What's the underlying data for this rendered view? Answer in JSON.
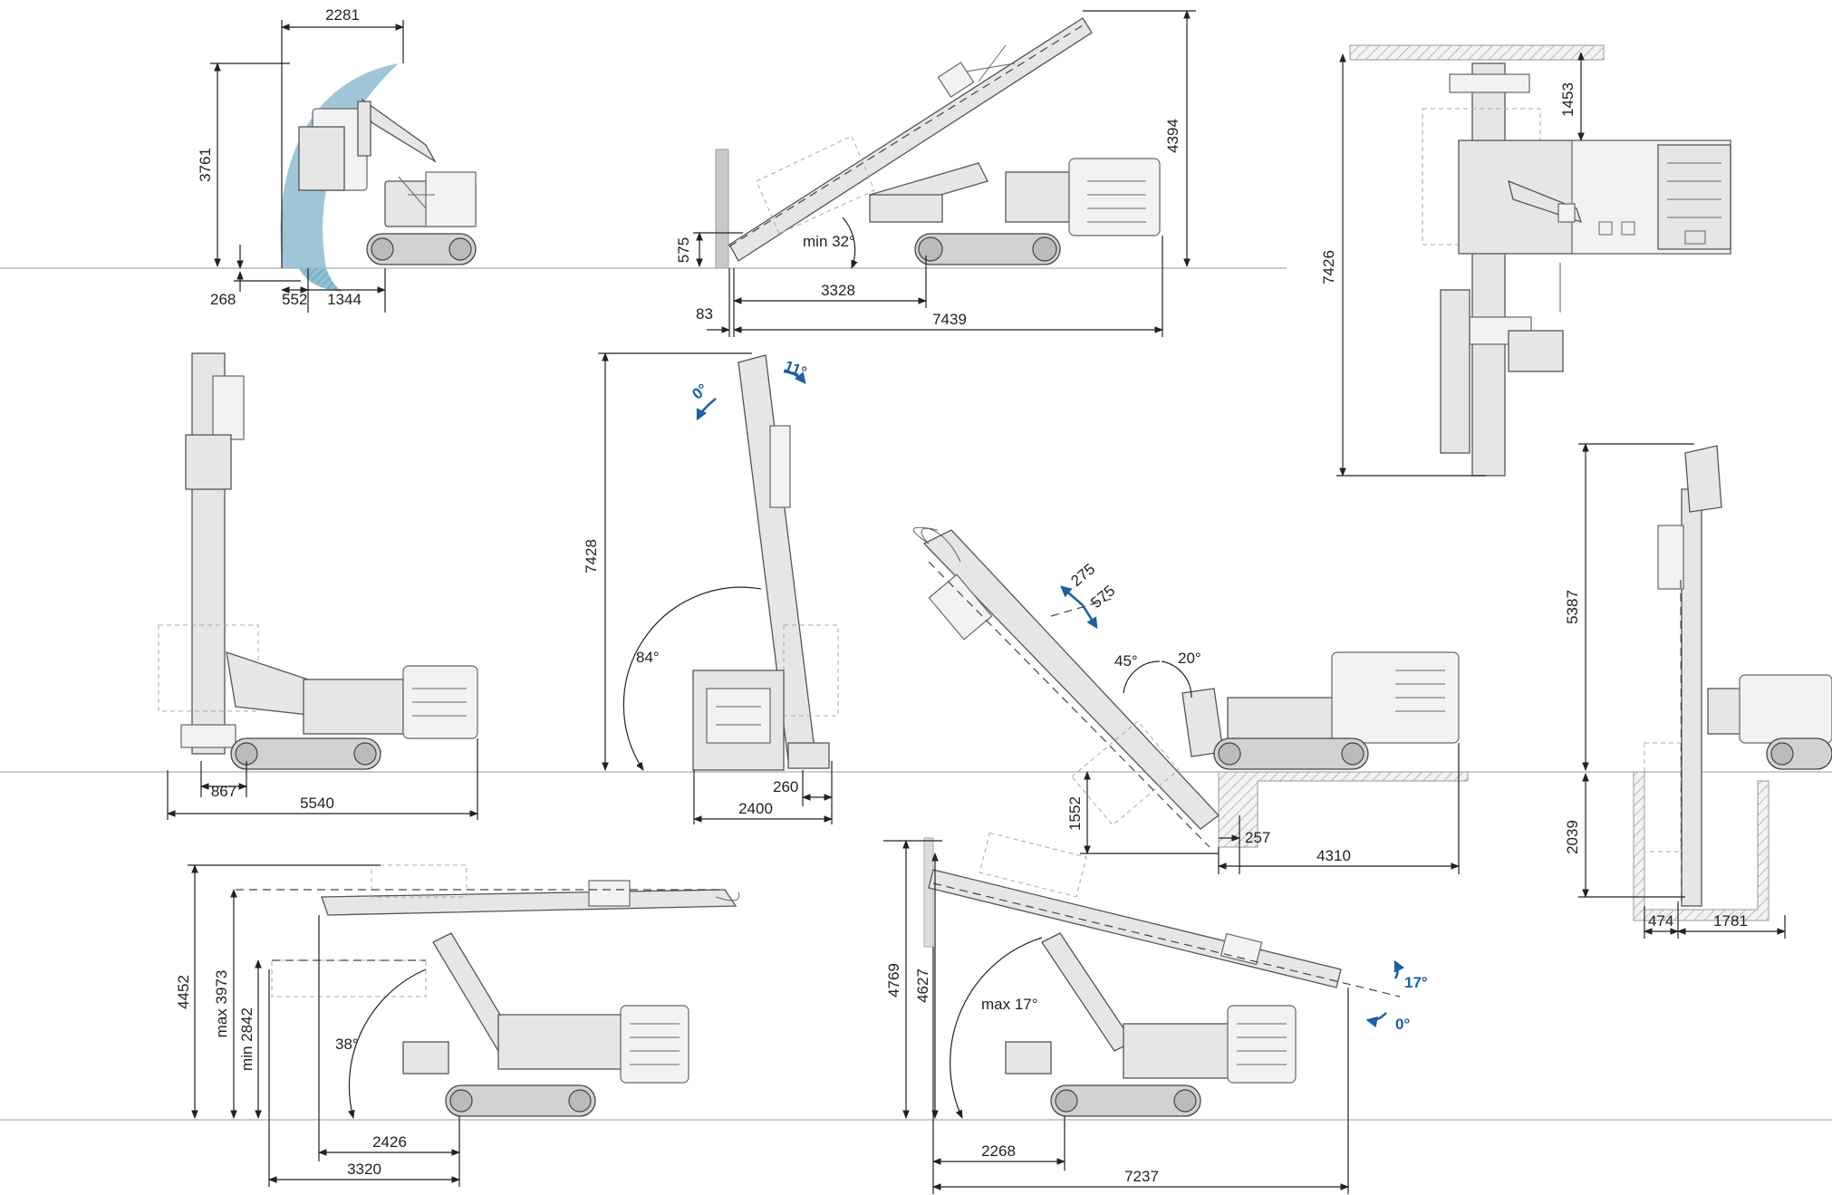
{
  "views": {
    "tunnel_face": {
      "dims": [
        "2281",
        "3761",
        "268",
        "552",
        "1344"
      ]
    },
    "inclined_wall": {
      "dims": [
        "4394",
        "575",
        "3328",
        "83",
        "7439"
      ],
      "angle": "min 32°"
    },
    "top_view": {
      "dims": [
        "1453",
        "7426"
      ]
    },
    "vertical_mast": {
      "dims": [
        "867",
        "5540"
      ]
    },
    "front_mast": {
      "dims": [
        "7428",
        "260",
        "2400"
      ],
      "angles": [
        "84°",
        "0°",
        "11°"
      ]
    },
    "bench_drilling": {
      "dims": [
        "275",
        "575",
        "1552",
        "257",
        "4310"
      ],
      "angles": [
        "45°",
        "20°"
      ]
    },
    "below_ground": {
      "dims": [
        "5387",
        "2039",
        "474",
        "1781"
      ]
    },
    "horizontal_boom": {
      "dims": [
        "4452",
        "max 3973",
        "min 2842",
        "2426",
        "3320"
      ],
      "angle": "38°"
    },
    "raised_boom": {
      "dims": [
        "4769",
        "4627",
        "2268",
        "7237"
      ],
      "angles": [
        "max 17°",
        "17°",
        "0°"
      ]
    }
  },
  "colors": {
    "line": "#222222",
    "machine_fill": "#e6e6e6",
    "angle_blue": "#1c5fa6",
    "coverage_fill": "#7fb3c8",
    "ground": "#9a9a9a"
  }
}
